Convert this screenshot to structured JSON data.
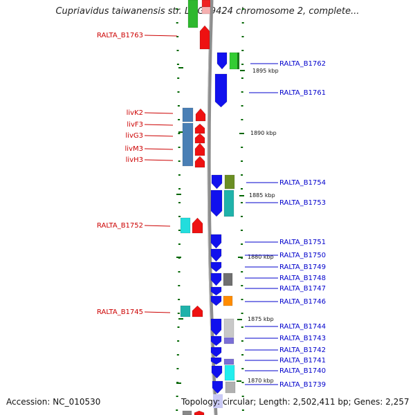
{
  "title": "Cupriavidus taiwanensis str. LMG19424 chromosome 2, complete...",
  "footer": {
    "accession": "Accession: NC_010530",
    "topology": "Topology: circular; Length: 2,502,411 bp; Genes: 2,257"
  },
  "scale_labels": [
    {
      "text": "1895 kbp"
    },
    {
      "text": "1890 kbp"
    },
    {
      "text": "1885 kbp"
    },
    {
      "text": "1880 kbp"
    },
    {
      "text": "1875 kbp"
    },
    {
      "text": "1870 kbp"
    }
  ],
  "left_genes": [
    "RALTA_B1763",
    "livK2",
    "livF3",
    "livG3",
    "livM3",
    "livH3",
    "RALTA_B1752",
    "RALTA_B1745"
  ],
  "right_genes": [
    "RALTA_B1762",
    "RALTA_B1761",
    "RALTA_B1754",
    "RALTA_B1753",
    "RALTA_B1751",
    "RALTA_B1750",
    "RALTA_B1749",
    "RALTA_B1748",
    "RALTA_B1747",
    "RALTA_B1746",
    "RALTA_B1744",
    "RALTA_B1743",
    "RALTA_B1742",
    "RALTA_B1741",
    "RALTA_B1740",
    "RALTA_B1739"
  ],
  "colors": {
    "forward_strand": "#ee1111",
    "reverse_strand": "#1111ee",
    "left_label": "#cc0000",
    "right_label": "#0000cc",
    "backbone": "#888888",
    "tick": "#006600"
  }
}
